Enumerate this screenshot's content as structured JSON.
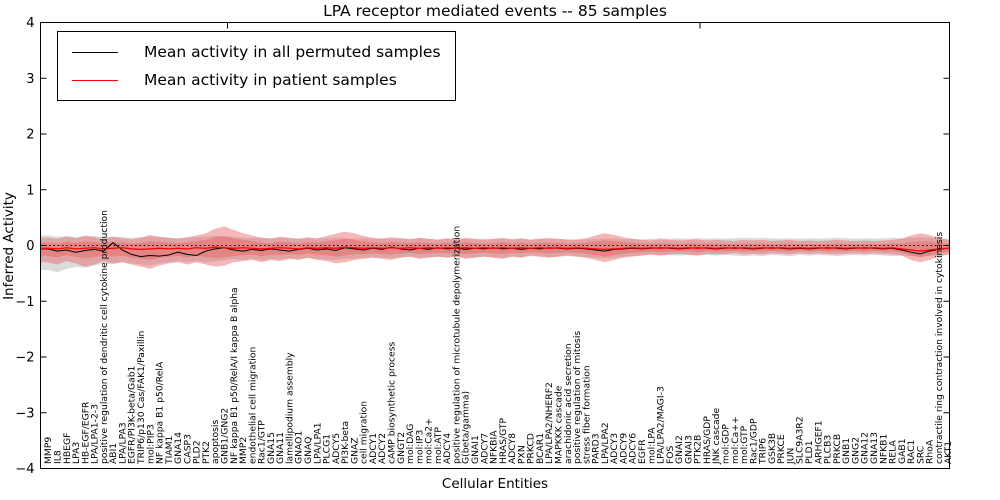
{
  "figure": {
    "title": "LPA receptor mediated events -- 85 samples",
    "x_axis_label": "Cellular Entities",
    "y_axis_label": "Inferred Activity"
  },
  "legend": {
    "entries": [
      {
        "label": "Mean activity in all permuted samples",
        "color": "#000000"
      },
      {
        "label": "Mean activity in patient samples",
        "color": "#ff0000"
      }
    ],
    "position": "upper-left"
  },
  "colors": {
    "permuted_line": "#000000",
    "patient_line": "#ff0000",
    "patient_band": "#e86060",
    "permuted_band": "#bdbdbd",
    "zero_line": "#000000",
    "frame": "#000000"
  },
  "chart_data": {
    "type": "line",
    "title": "LPA receptor mediated events -- 85 samples",
    "xlabel": "Cellular Entities",
    "ylabel": "Inferred Activity",
    "ylim": [
      -4,
      4
    ],
    "yticks": [
      -4,
      -3,
      -2,
      -1,
      0,
      1,
      2,
      3,
      4
    ],
    "grid": false,
    "legend_position": "upper left",
    "zero_reference_line": 0,
    "categories": [
      "MMP9",
      "IL8",
      "HBEGF",
      "LPA3",
      "HB-EGF/EGFR",
      "LPA/LPA1-2-3",
      "positive regulation of dendritic cell cytokine production",
      "ABI1",
      "LPA/LPA3",
      "EGFR/PI3K-beta/Gab1",
      "TRIP6/p130 Cas/FAK1/Paxillin",
      "mol:PIP3",
      "NF kappa B1 p50/RelA",
      "TIAM1",
      "GNA14",
      "CASP3",
      "PLD2",
      "PTK2",
      "apoptosis",
      "GNB1/GNG2",
      "NF kappa B1 p50/RelA/I kappa B alpha",
      "MMP2",
      "endothelial cell migration",
      "Rac1/GTP",
      "GNA15",
      "GNA11",
      "lamellipodium assembly",
      "GNAO1",
      "GNAQ",
      "LPA/LPA1",
      "PLCG1",
      "ADCY5",
      "PI3K-beta",
      "GNAZ",
      "cell migration",
      "ADCY1",
      "ADCY2",
      "cAMP biosynthetic process",
      "GNGT2",
      "mol:DAG",
      "mol:IP3",
      "mol:Ca2+",
      "mol:ATP",
      "ADCY4",
      "positive regulation of microtubule depolymerization",
      "G(beta/gamma)",
      "GNAI1",
      "ADCY7",
      "NFKBIA",
      "HRAS/GTP",
      "ADCY8",
      "PXN",
      "PRKCD",
      "BCAR1",
      "LPA/LPA2/NHERF2",
      "MAPKKK cascade",
      "arachidonic acid secretion",
      "positive regulation of mitosis",
      "stress fiber formation",
      "PARD3",
      "LPA/LPA2",
      "ADCY3",
      "ADCY9",
      "ADCY6",
      "EGFR",
      "mol:LPA",
      "LPA/LPA2/MAGI-3",
      "FOS",
      "GNAI2",
      "GNAI3",
      "PTK2B",
      "HRAS/GDP",
      "JNK cascade",
      "mol:GDP",
      "mol:Ca++",
      "mol:GTP",
      "Rac1/GDP",
      "TRIP6",
      "GSK3B",
      "PRKCE",
      "JUN",
      "SLC9A3R2",
      "PLD1",
      "ARHGEF1",
      "PLCB3",
      "PRKCB",
      "GNB1",
      "GNG2",
      "GNA12",
      "GNA13",
      "NFKB1",
      "RELA",
      "GAB1",
      "RAC1",
      "SRC",
      "RhoA",
      "contractile ring contraction involved in cytokinesis",
      "AKT1"
    ],
    "series": [
      {
        "name": "Mean activity in all permuted samples",
        "color": "#000000",
        "style": "solid",
        "values": [
          -0.06,
          -0.1,
          -0.08,
          -0.12,
          -0.09,
          -0.07,
          -0.1,
          0.05,
          -0.08,
          -0.16,
          -0.2,
          -0.18,
          -0.19,
          -0.17,
          -0.12,
          -0.16,
          -0.18,
          -0.1,
          -0.06,
          -0.04,
          -0.08,
          -0.1,
          -0.07,
          -0.09,
          -0.06,
          -0.08,
          -0.1,
          -0.07,
          -0.05,
          -0.08,
          -0.06,
          -0.09,
          -0.04,
          -0.06,
          -0.08,
          -0.05,
          -0.07,
          -0.03,
          -0.06,
          -0.08,
          -0.05,
          -0.07,
          -0.04,
          -0.06,
          -0.05,
          -0.07,
          -0.05,
          -0.06,
          -0.04,
          -0.06,
          -0.05,
          -0.07,
          -0.05,
          -0.06,
          -0.04,
          -0.05,
          -0.06,
          -0.05,
          -0.06,
          -0.08,
          -0.1,
          -0.07,
          -0.06,
          -0.05,
          -0.06,
          -0.05,
          -0.04,
          -0.05,
          -0.06,
          -0.05,
          -0.04,
          -0.05,
          -0.06,
          -0.05,
          -0.04,
          -0.05,
          -0.06,
          -0.05,
          -0.04,
          -0.05,
          -0.06,
          -0.05,
          -0.06,
          -0.05,
          -0.04,
          -0.05,
          -0.06,
          -0.05,
          -0.04,
          -0.05,
          -0.06,
          -0.05,
          -0.08,
          -0.12,
          -0.15,
          -0.1,
          -0.07,
          -0.05
        ]
      },
      {
        "name": "Mean activity in patient samples",
        "color": "#ff0000",
        "style": "solid",
        "values": [
          -0.05,
          -0.06,
          -0.04,
          -0.06,
          -0.05,
          -0.04,
          -0.06,
          -0.05,
          -0.04,
          -0.06,
          -0.07,
          -0.06,
          -0.05,
          -0.06,
          -0.05,
          -0.06,
          -0.04,
          -0.05,
          -0.03,
          -0.04,
          -0.05,
          -0.04,
          -0.05,
          -0.06,
          -0.05,
          -0.04,
          -0.05,
          -0.06,
          -0.04,
          -0.05,
          -0.04,
          -0.05,
          -0.03,
          -0.04,
          -0.05,
          -0.04,
          -0.05,
          -0.04,
          -0.05,
          -0.04,
          -0.05,
          -0.04,
          -0.05,
          -0.04,
          -0.05,
          -0.04,
          -0.05,
          -0.04,
          -0.05,
          -0.04,
          -0.05,
          -0.04,
          -0.05,
          -0.04,
          -0.05,
          -0.04,
          -0.05,
          -0.04,
          -0.05,
          -0.06,
          -0.07,
          -0.06,
          -0.05,
          -0.04,
          -0.05,
          -0.04,
          -0.05,
          -0.04,
          -0.05,
          -0.04,
          -0.05,
          -0.04,
          -0.05,
          -0.04,
          -0.05,
          -0.04,
          -0.05,
          -0.04,
          -0.05,
          -0.04,
          -0.05,
          -0.04,
          -0.05,
          -0.04,
          -0.05,
          -0.04,
          -0.05,
          -0.04,
          -0.05,
          -0.04,
          -0.05,
          -0.04,
          -0.06,
          -0.08,
          -0.1,
          -0.08,
          -0.06,
          -0.05
        ]
      }
    ],
    "bands": [
      {
        "name": "permuted samples activity range",
        "color": "#bdbdbd",
        "opacity": 0.55,
        "upper": [
          0.18,
          0.16,
          0.17,
          0.15,
          0.16,
          0.17,
          0.15,
          0.16,
          0.15,
          0.14,
          0.15,
          0.16,
          0.15,
          0.14,
          0.13,
          0.14,
          0.15,
          0.16,
          0.17,
          0.16,
          0.15,
          0.14,
          0.13,
          0.14,
          0.13,
          0.14,
          0.13,
          0.12,
          0.13,
          0.12,
          0.13,
          0.14,
          0.13,
          0.12,
          0.13,
          0.12,
          0.13,
          0.12,
          0.13,
          0.12,
          0.13,
          0.12,
          0.11,
          0.12,
          0.11,
          0.12,
          0.11,
          0.12,
          0.11,
          0.12,
          0.11,
          0.12,
          0.11,
          0.12,
          0.11,
          0.12,
          0.11,
          0.1,
          0.11,
          0.12,
          0.13,
          0.12,
          0.11,
          0.12,
          0.11,
          0.12,
          0.13,
          0.12,
          0.13,
          0.12,
          0.13,
          0.12,
          0.13,
          0.12,
          0.13,
          0.14,
          0.13,
          0.14,
          0.13,
          0.12,
          0.13,
          0.12,
          0.13,
          0.12,
          0.13,
          0.14,
          0.13,
          0.12,
          0.13,
          0.12,
          0.13,
          0.14,
          0.13,
          0.14,
          0.15,
          0.14,
          0.13,
          0.12
        ],
        "lower": [
          -0.44,
          -0.48,
          -0.42,
          -0.38,
          -0.4,
          -0.36,
          -0.32,
          -0.34,
          -0.3,
          -0.32,
          -0.34,
          -0.36,
          -0.32,
          -0.3,
          -0.28,
          -0.3,
          -0.28,
          -0.3,
          -0.28,
          -0.26,
          -0.24,
          -0.26,
          -0.24,
          -0.26,
          -0.24,
          -0.25,
          -0.23,
          -0.24,
          -0.22,
          -0.24,
          -0.25,
          -0.26,
          -0.24,
          -0.23,
          -0.22,
          -0.21,
          -0.22,
          -0.23,
          -0.21,
          -0.2,
          -0.22,
          -0.21,
          -0.2,
          -0.21,
          -0.2,
          -0.22,
          -0.21,
          -0.2,
          -0.21,
          -0.22,
          -0.2,
          -0.21,
          -0.19,
          -0.2,
          -0.21,
          -0.2,
          -0.19,
          -0.2,
          -0.21,
          -0.22,
          -0.23,
          -0.22,
          -0.2,
          -0.19,
          -0.18,
          -0.17,
          -0.18,
          -0.17,
          -0.18,
          -0.17,
          -0.18,
          -0.17,
          -0.18,
          -0.17,
          -0.18,
          -0.19,
          -0.18,
          -0.19,
          -0.17,
          -0.18,
          -0.19,
          -0.17,
          -0.18,
          -0.17,
          -0.18,
          -0.19,
          -0.18,
          -0.17,
          -0.18,
          -0.17,
          -0.18,
          -0.19,
          -0.18,
          -0.19,
          -0.2,
          -0.19,
          -0.18,
          -0.17
        ]
      },
      {
        "name": "patient samples activity range",
        "color": "#e86060",
        "opacity": 0.45,
        "inner_scale": 0.55,
        "upper": [
          0.14,
          0.12,
          0.16,
          0.13,
          0.18,
          0.15,
          0.11,
          0.16,
          0.13,
          0.11,
          0.14,
          0.19,
          0.16,
          0.14,
          0.12,
          0.15,
          0.18,
          0.22,
          0.3,
          0.34,
          0.28,
          0.22,
          0.18,
          0.14,
          0.12,
          0.16,
          0.14,
          0.12,
          0.15,
          0.13,
          0.17,
          0.21,
          0.25,
          0.22,
          0.17,
          0.14,
          0.12,
          0.15,
          0.13,
          0.11,
          0.14,
          0.12,
          0.1,
          0.13,
          0.11,
          0.14,
          0.12,
          0.1,
          0.12,
          0.14,
          0.11,
          0.13,
          0.1,
          0.12,
          0.14,
          0.12,
          0.1,
          0.11,
          0.13,
          0.18,
          0.22,
          0.19,
          0.15,
          0.12,
          0.1,
          0.09,
          0.11,
          0.1,
          0.09,
          0.1,
          0.11,
          0.09,
          0.1,
          0.09,
          0.08,
          0.1,
          0.09,
          0.1,
          0.08,
          0.09,
          0.1,
          0.08,
          0.09,
          0.08,
          0.09,
          0.1,
          0.09,
          0.08,
          0.09,
          0.08,
          0.09,
          0.1,
          0.12,
          0.18,
          0.22,
          0.19,
          0.14,
          0.1
        ],
        "lower": [
          -0.3,
          -0.34,
          -0.28,
          -0.32,
          -0.38,
          -0.34,
          -0.28,
          -0.32,
          -0.3,
          -0.34,
          -0.38,
          -0.42,
          -0.36,
          -0.32,
          -0.3,
          -0.34,
          -0.3,
          -0.34,
          -0.38,
          -0.36,
          -0.3,
          -0.28,
          -0.26,
          -0.3,
          -0.26,
          -0.28,
          -0.24,
          -0.26,
          -0.22,
          -0.26,
          -0.28,
          -0.32,
          -0.3,
          -0.26,
          -0.24,
          -0.22,
          -0.24,
          -0.26,
          -0.22,
          -0.2,
          -0.24,
          -0.22,
          -0.2,
          -0.22,
          -0.2,
          -0.24,
          -0.22,
          -0.2,
          -0.22,
          -0.24,
          -0.2,
          -0.22,
          -0.18,
          -0.2,
          -0.22,
          -0.2,
          -0.18,
          -0.2,
          -0.22,
          -0.26,
          -0.3,
          -0.26,
          -0.22,
          -0.2,
          -0.18,
          -0.16,
          -0.18,
          -0.16,
          -0.15,
          -0.16,
          -0.18,
          -0.15,
          -0.16,
          -0.15,
          -0.14,
          -0.16,
          -0.15,
          -0.16,
          -0.14,
          -0.15,
          -0.16,
          -0.14,
          -0.15,
          -0.14,
          -0.15,
          -0.16,
          -0.15,
          -0.14,
          -0.15,
          -0.14,
          -0.15,
          -0.16,
          -0.18,
          -0.26,
          -0.3,
          -0.26,
          -0.2,
          -0.16
        ]
      }
    ]
  }
}
